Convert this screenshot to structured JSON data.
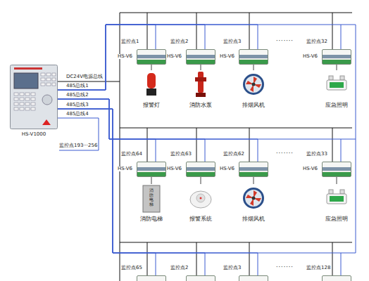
{
  "diagram": {
    "nodes": [
      {
        "text": [
          "HS-V1000"
        ]
      },
      {
        "text": [
          "监控点1",
          "HS-V6"
        ]
      },
      {
        "text": [
          "监控点2",
          "HS-V6"
        ]
      },
      {
        "text": [
          "监控点3",
          "HS-V6"
        ]
      },
      {
        "text": [
          "监控点32",
          "HS-V6"
        ]
      },
      {
        "text": [
          "报警灯"
        ]
      },
      {
        "text": [
          "消防水泵"
        ]
      },
      {
        "text": [
          "排烟风机"
        ]
      },
      {
        "text": [
          "应急照明"
        ]
      },
      {
        "text": [
          "监控点64",
          "HS-V6"
        ]
      },
      {
        "text": [
          "监控点63",
          "HS-V6"
        ]
      },
      {
        "text": [
          "监控点62",
          "HS-V6"
        ]
      },
      {
        "text": [
          "监控点33",
          "HS-V6"
        ]
      },
      {
        "text": [
          "消防电梯"
        ]
      },
      {
        "text": [
          "报警系统"
        ]
      },
      {
        "text": [
          "排烟风机"
        ]
      },
      {
        "text": [
          "应急照明"
        ]
      },
      {
        "text": [
          "监控点65"
        ]
      },
      {
        "text": [
          "监控点2"
        ]
      },
      {
        "text": [
          "监控点3"
        ]
      },
      {
        "text": [
          "监控点128"
        ]
      }
    ],
    "edges": [
      {
        "from": 0,
        "to": 1,
        "arrow": "none"
      },
      {
        "from": 0,
        "to": 2,
        "arrow": "none"
      },
      {
        "from": 0,
        "to": 3,
        "arrow": "none"
      },
      {
        "from": 0,
        "to": 4,
        "arrow": "none"
      },
      {
        "from": 0,
        "to": 9,
        "arrow": "none"
      },
      {
        "from": 0,
        "to": 10,
        "arrow": "none"
      },
      {
        "from": 0,
        "to": 11,
        "arrow": "none"
      },
      {
        "from": 0,
        "to": 12,
        "arrow": "none"
      },
      {
        "from": 0,
        "to": 17,
        "arrow": "none"
      },
      {
        "from": 0,
        "to": 18,
        "arrow": "none"
      },
      {
        "from": 0,
        "to": 19,
        "arrow": "none"
      },
      {
        "from": 0,
        "to": 20,
        "arrow": "none"
      },
      {
        "from": 1,
        "to": 5,
        "arrow": "none"
      },
      {
        "from": 2,
        "to": 6,
        "arrow": "none"
      },
      {
        "from": 3,
        "to": 7,
        "arrow": "none"
      },
      {
        "from": 4,
        "to": 8,
        "arrow": "none"
      },
      {
        "from": 9,
        "to": 13,
        "arrow": "none"
      },
      {
        "from": 10,
        "to": 14,
        "arrow": "none"
      },
      {
        "from": 11,
        "to": 15,
        "arrow": "none"
      },
      {
        "from": 12,
        "to": 16,
        "arrow": "none"
      }
    ],
    "labels": [
      "DC24V电源总线",
      "485总线1",
      "485总线2",
      "485总线3",
      "485总线4",
      "监控点193···256",
      "·······",
      "·······",
      "·······",
      "消防电梯"
    ]
  }
}
